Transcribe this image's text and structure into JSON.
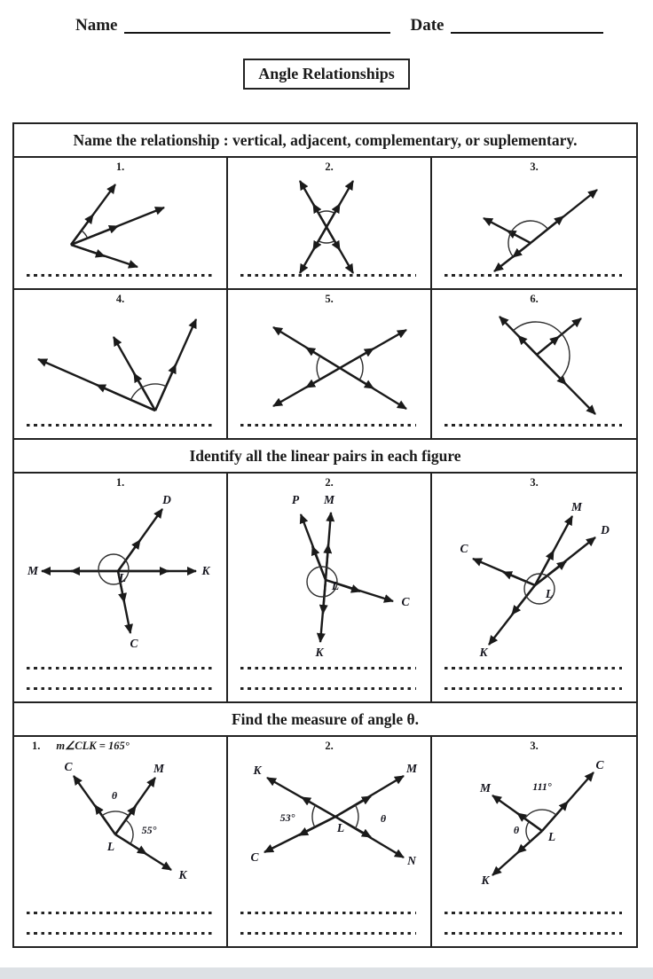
{
  "header": {
    "name_label": "Name",
    "date_label": "Date",
    "title": "Angle Relationships"
  },
  "section1": {
    "title": "Name the relationship : vertical, adjacent, complementary, or suplementary.",
    "problems": [
      "1.",
      "2.",
      "3.",
      "4.",
      "5.",
      "6."
    ]
  },
  "section2": {
    "title": "Identify all the linear pairs in each figure",
    "problems": [
      {
        "num": "1.",
        "labels": {
          "D": "D",
          "M": "M",
          "K": "K",
          "C": "C",
          "L": "L"
        }
      },
      {
        "num": "2.",
        "labels": {
          "P": "P",
          "M": "M",
          "C": "C",
          "K": "K",
          "L": "L"
        }
      },
      {
        "num": "3.",
        "labels": {
          "M": "M",
          "D": "D",
          "C": "C",
          "K": "K",
          "L": "L"
        }
      }
    ]
  },
  "section3": {
    "title": "Find the measure of angle θ.",
    "problems": [
      {
        "num": "1.",
        "given": "m∠CLK = 165°",
        "labels": {
          "C": "C",
          "M": "M",
          "K": "K",
          "L": "L"
        },
        "angles": {
          "theta": "θ",
          "known": "55°"
        }
      },
      {
        "num": "2.",
        "labels": {
          "K": "K",
          "M": "M",
          "C": "C",
          "N": "N",
          "L": "L"
        },
        "angles": {
          "theta": "θ",
          "known": "53°"
        }
      },
      {
        "num": "3.",
        "labels": {
          "M": "M",
          "C": "C",
          "K": "K",
          "L": "L"
        },
        "angles": {
          "theta": "θ",
          "known": "111°"
        }
      }
    ]
  },
  "colors": {
    "ink": "#1a1a1a",
    "footer_strip": "#dde1e5"
  }
}
